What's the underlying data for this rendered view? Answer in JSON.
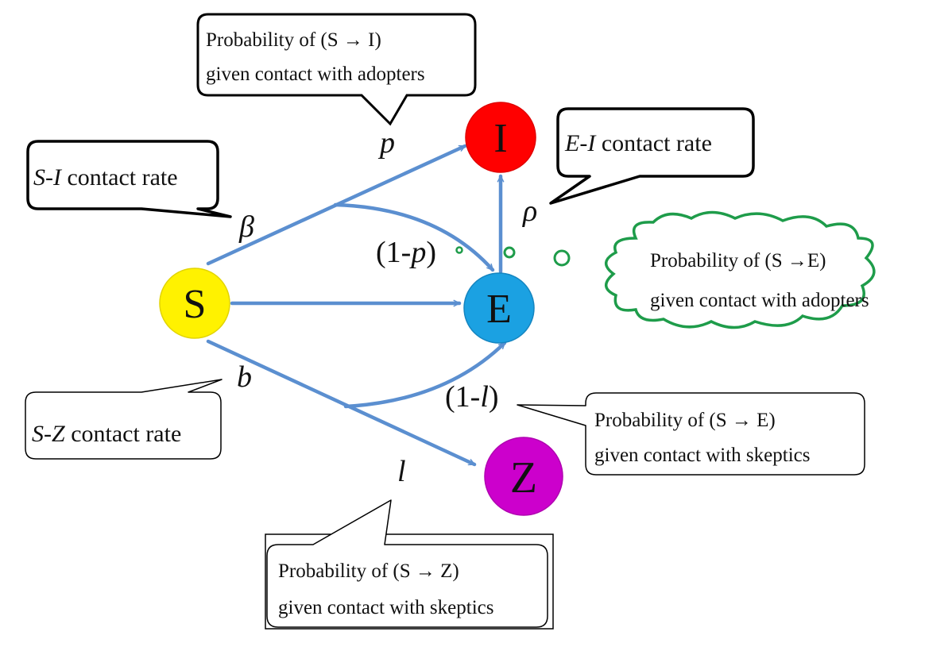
{
  "diagram": {
    "nodes": [
      {
        "id": "S",
        "label": "S",
        "color": "#FFF200"
      },
      {
        "id": "I",
        "label": "I",
        "color": "#FF0000"
      },
      {
        "id": "E",
        "label": "E",
        "color": "#1BA1E2"
      },
      {
        "id": "Z",
        "label": "Z",
        "color": "#CC00CC"
      }
    ],
    "edges": [
      {
        "from": "S",
        "to": "I",
        "label": "p",
        "rate": "β"
      },
      {
        "from": "S",
        "to": "E",
        "via": "S-I contact",
        "label": "(1-p)"
      },
      {
        "from": "S",
        "to": "E",
        "label": ""
      },
      {
        "from": "E",
        "to": "I",
        "label": "ρ"
      },
      {
        "from": "S",
        "to": "Z",
        "label": "l",
        "rate": "b"
      },
      {
        "from": "S",
        "to": "E",
        "via": "S-Z contact",
        "label": "(1-l)"
      }
    ],
    "edge_color": "#5B8FD0",
    "params": {
      "beta": "β",
      "p": "p",
      "one_minus_p_open": "(1-",
      "one_minus_p_var": "p",
      "one_minus_p_close": ")",
      "rho": "ρ",
      "b": "b",
      "l": "l",
      "one_minus_l_open": "(1-",
      "one_minus_l_var": "l",
      "one_minus_l_close": ")"
    },
    "callouts": {
      "si_rate": {
        "italic": "S-I",
        "text": " contact rate"
      },
      "ei_rate": {
        "italic": "E-I",
        "text": " contact rate"
      },
      "sz_rate": {
        "italic": "S-Z",
        "text": " contact rate"
      },
      "prob_si": {
        "line1": "Probability of (S → I)",
        "line2": "given contact with adopters"
      },
      "prob_se_adopters": {
        "line1": "Probability of (S →E)",
        "line2": "given contact with adopters",
        "color": "#1E9C4A"
      },
      "prob_se_skeptics": {
        "line1": "Probability of (S → E)",
        "line2": "given contact with skeptics"
      },
      "prob_sz": {
        "line1": "Probability of (S → Z)",
        "line2": "given contact with skeptics"
      }
    }
  }
}
